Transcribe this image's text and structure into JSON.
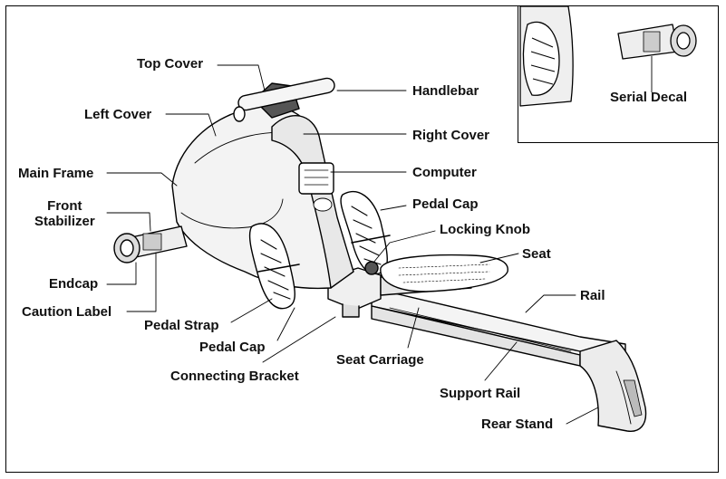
{
  "labels": {
    "top_cover": "Top Cover",
    "left_cover": "Left Cover",
    "main_frame": "Main Frame",
    "front_stabilizer": "Front\nStabilizer",
    "endcap": "Endcap",
    "caution_label": "Caution Label",
    "pedal_strap": "Pedal Strap",
    "pedal_cap_left": "Pedal Cap",
    "connecting_bracket": "Connecting Bracket",
    "handlebar": "Handlebar",
    "right_cover": "Right Cover",
    "computer": "Computer",
    "pedal_cap_right": "Pedal Cap",
    "locking_knob": "Locking Knob",
    "seat": "Seat",
    "rail": "Rail",
    "seat_carriage": "Seat Carriage",
    "support_rail": "Support Rail",
    "rear_stand": "Rear Stand",
    "serial_decal": "Serial Decal"
  },
  "colors": {
    "line": "#000000",
    "fill_light": "#f2f2f2",
    "fill_mid": "#d9d9d9",
    "fill_dark": "#555555"
  }
}
